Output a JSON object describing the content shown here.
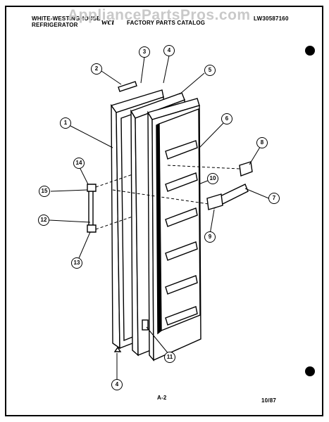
{
  "header": {
    "brand": "WHITE-WESTINGHOUSE",
    "category": "REFRIGERATOR",
    "logo": "wci",
    "section": "FACTORY PARTS CATALOG",
    "model": "LW30587160",
    "watermark": "AppliancePartsPros.com"
  },
  "footer": {
    "page": "A-2",
    "date": "10/87"
  },
  "callouts": [
    "1",
    "2",
    "3",
    "4",
    "5",
    "6",
    "7",
    "8",
    "9",
    "10",
    "11",
    "12",
    "13",
    "14",
    "15",
    "4"
  ]
}
